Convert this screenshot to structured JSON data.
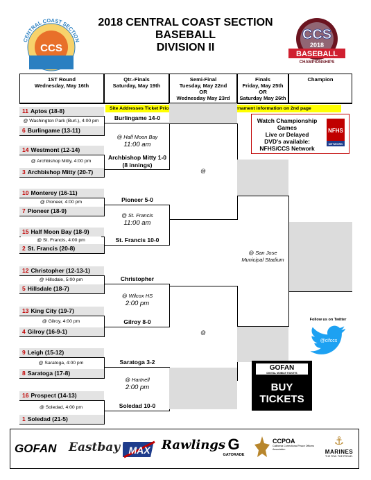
{
  "header": {
    "line1": "2018 CENTRAL COAST SECTION",
    "line2": "BASEBALL",
    "line3": "DIVISION II",
    "left_logo_text": "CENTRAL COAST SECTION",
    "left_logo_abbr": "CCS",
    "right_logo_abbr": "CCS",
    "right_logo_year": "2018",
    "right_logo_word": "BASEBALL",
    "right_logo_sub": "CHAMPIONSHIPS"
  },
  "rounds": [
    {
      "name": "1ST Round",
      "date": "Wednesday, May 16th"
    },
    {
      "name": "Qtr.-Finals",
      "date": "Saturday, May 19th"
    },
    {
      "name": "Semi-Final",
      "date": "Tuesday, May 22nd",
      "or": "OR",
      "alt": "Wednesday May 23rd"
    },
    {
      "name": "Finals",
      "date": "Friday, May 25th",
      "or": "OR",
      "alt": "Saturday May 26th"
    },
    {
      "name": "Champion"
    }
  ],
  "banner": "Site Addresses Ticket Prices, T Shirt Sales and other tournament information on 2nd page",
  "first_round": [
    {
      "seed": "11",
      "team": "Aptos (18-8)",
      "site": "@ Washington Park (Burl.), 4:00 pm"
    },
    {
      "seed": "6",
      "team": "Burlingame (13-11)"
    },
    {
      "seed": "14",
      "team": "Westmont (12-14)",
      "site": "@ Archbishop Mitty, 4:00 pm"
    },
    {
      "seed": "3",
      "team": "Archbishop Mitty (20-7)"
    },
    {
      "seed": "10",
      "team": "Monterey (16-11)",
      "site": "@ Pioneer, 4:00 pm"
    },
    {
      "seed": "7",
      "team": "Pioneer (18-9)"
    },
    {
      "seed": "15",
      "team": "Half Moon Bay (18-9)",
      "site": "@ St. Francis, 4:00 pm"
    },
    {
      "seed": "2",
      "team": "St. Francis (20-8)"
    },
    {
      "seed": "12",
      "team": "Christopher (12-13-1)",
      "site": "@ Hillsdale, 5:00 pm"
    },
    {
      "seed": "5",
      "team": "Hillsdale (18-7)"
    },
    {
      "seed": "13",
      "team": "King City (19-7)",
      "site": "@ Gilroy, 4:00 pm"
    },
    {
      "seed": "4",
      "team": "Gilroy (16-9-1)"
    },
    {
      "seed": "9",
      "team": "Leigh (15-12)",
      "site": "@ Saratoga, 4:00 pm"
    },
    {
      "seed": "8",
      "team": "Saratoga (17-8)"
    },
    {
      "seed": "16",
      "team": "Prospect (14-13)",
      "site": "@ Soledad, 4:00 pm"
    },
    {
      "seed": "1",
      "team": "Soledad (21-5)"
    }
  ],
  "quarter_results": [
    "Burlingame 14-0",
    "Archbishop Mitty 1-0 (8 innings)",
    "Pioneer 5-0",
    "St. Francis 10-0",
    "Christopher",
    "Gilroy 8-0",
    "Saratoga 3-2",
    "Soledad 10-0"
  ],
  "quarter_games": [
    {
      "site": "@ Half Moon Bay",
      "time": "11:00 am"
    },
    {
      "site": "@ St. Francis",
      "time": "11:00 am"
    },
    {
      "site": "@ Wilcox HS",
      "time": "2:00 pm"
    },
    {
      "site": "@ Hartnell",
      "time": "2:00 pm"
    }
  ],
  "semi_sites": [
    "@",
    "@"
  ],
  "final_site": "@ San Jose Municipal Stadium",
  "watch": {
    "line1": "Watch Championship",
    "line2": "Games",
    "line3": "Live or Delayed",
    "line4": "DVD's available:",
    "line5": "NFHS/CCS Network",
    "logo": "NFHS",
    "logo_sub": "NETWORK"
  },
  "twitter": {
    "follow": "Follow us on Twitter",
    "handle": "@cifccs"
  },
  "tickets": {
    "brand": "GOFAN",
    "brand_sub": "DIGITAL MOBILE TICKETS",
    "line1": "BUY",
    "line2": "TICKETS"
  },
  "sponsors": [
    "GOFAN",
    "Eastbay",
    "MAX",
    "Rawlings",
    "GATORADE",
    "CCPOA",
    "MARINES"
  ],
  "sponsor_subs": {
    "ccpoa": "California Correctional Peace Officers Association",
    "marines": "THE FEW. THE PROUD."
  },
  "colors": {
    "seed": "#c00000",
    "banner": "#ffff00",
    "grey": "#dcdcdc",
    "twitter": "#1da1f2"
  }
}
